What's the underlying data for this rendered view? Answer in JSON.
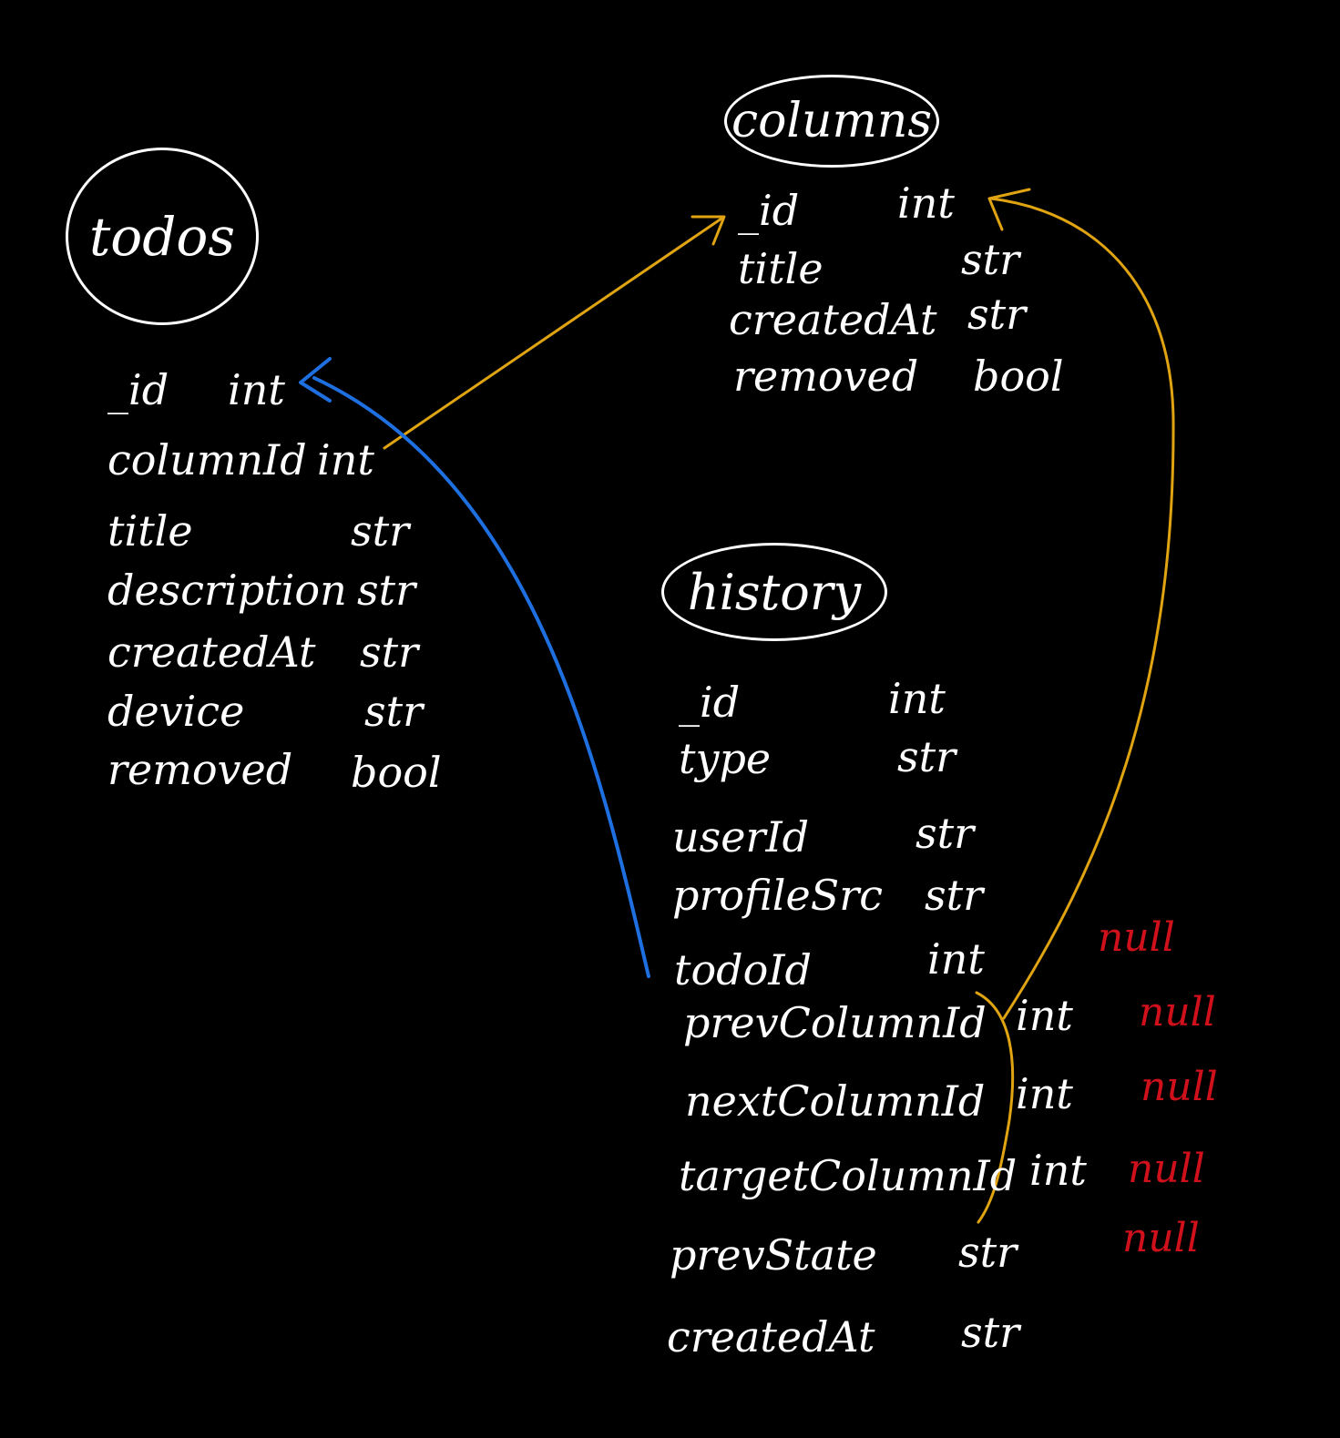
{
  "colors": {
    "background": "#000000",
    "ink": "#ffffff",
    "relation_to_columns": "#e0a412",
    "relation_to_todos": "#1e6fe0",
    "nullable": "#d0101a"
  },
  "tables": {
    "todos": {
      "title": "todos",
      "fields": [
        {
          "name": "_id",
          "type": "int"
        },
        {
          "name": "columnId",
          "type": "int"
        },
        {
          "name": "title",
          "type": "str"
        },
        {
          "name": "description",
          "type": "str"
        },
        {
          "name": "createdAt",
          "type": "str"
        },
        {
          "name": "device",
          "type": "str"
        },
        {
          "name": "removed",
          "type": "bool"
        }
      ]
    },
    "columns": {
      "title": "columns",
      "fields": [
        {
          "name": "_id",
          "type": "int"
        },
        {
          "name": "title",
          "type": "str"
        },
        {
          "name": "createdAt",
          "type": "str"
        },
        {
          "name": "removed",
          "type": "bool"
        }
      ]
    },
    "history": {
      "title": "history",
      "fields": [
        {
          "name": "_id",
          "type": "int"
        },
        {
          "name": "type",
          "type": "str"
        },
        {
          "name": "userId",
          "type": "str"
        },
        {
          "name": "profileSrc",
          "type": "str"
        },
        {
          "name": "todoId",
          "type": "int",
          "null": "null"
        },
        {
          "name": "prevColumnId",
          "type": "int",
          "null": "null"
        },
        {
          "name": "nextColumnId",
          "type": "int",
          "null": "null"
        },
        {
          "name": "targetColumnId",
          "type": "int",
          "null": "null"
        },
        {
          "name": "prevState",
          "type": "str",
          "null": "null"
        },
        {
          "name": "createdAt",
          "type": "str"
        }
      ]
    }
  }
}
